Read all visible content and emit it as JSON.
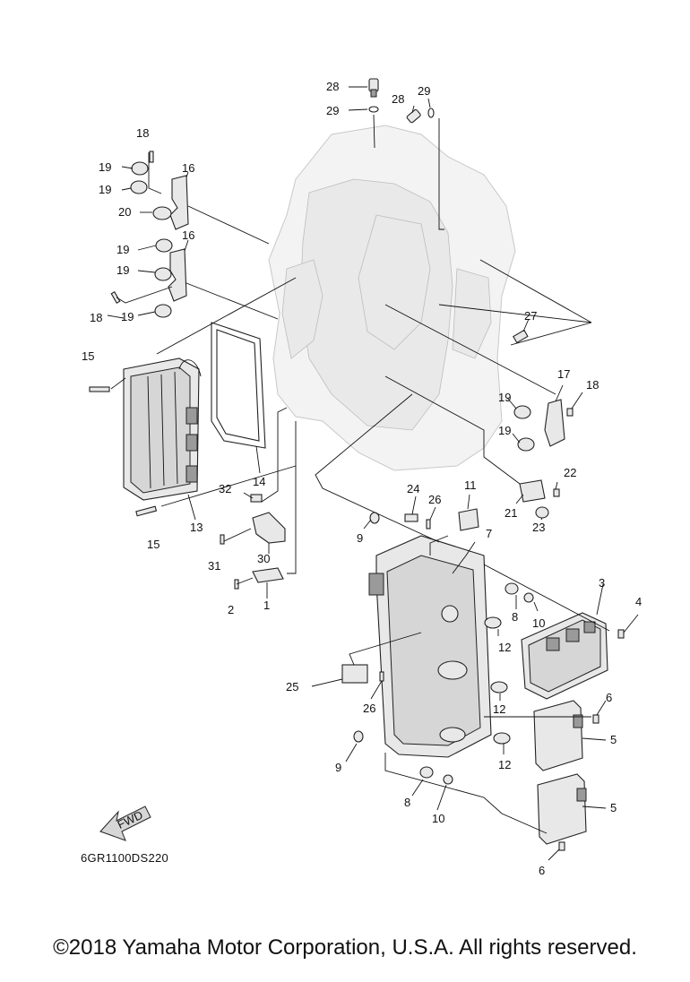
{
  "diagram": {
    "code": "6GR1100DS220",
    "fwd_label": "FWD",
    "callouts": [
      "1",
      "2",
      "3",
      "4",
      "5",
      "5",
      "6",
      "6",
      "7",
      "8",
      "8",
      "9",
      "9",
      "10",
      "10",
      "11",
      "12",
      "12",
      "12",
      "13",
      "14",
      "15",
      "15",
      "16",
      "16",
      "17",
      "18",
      "18",
      "18",
      "19",
      "19",
      "19",
      "19",
      "19",
      "19",
      "19",
      "20",
      "21",
      "22",
      "23",
      "24",
      "25",
      "26",
      "26",
      "27",
      "28",
      "28",
      "29",
      "29",
      "30",
      "31",
      "32"
    ]
  },
  "footer": {
    "copyright": "©2018 Yamaha Motor Corporation, U.S.A. All rights reserved."
  }
}
